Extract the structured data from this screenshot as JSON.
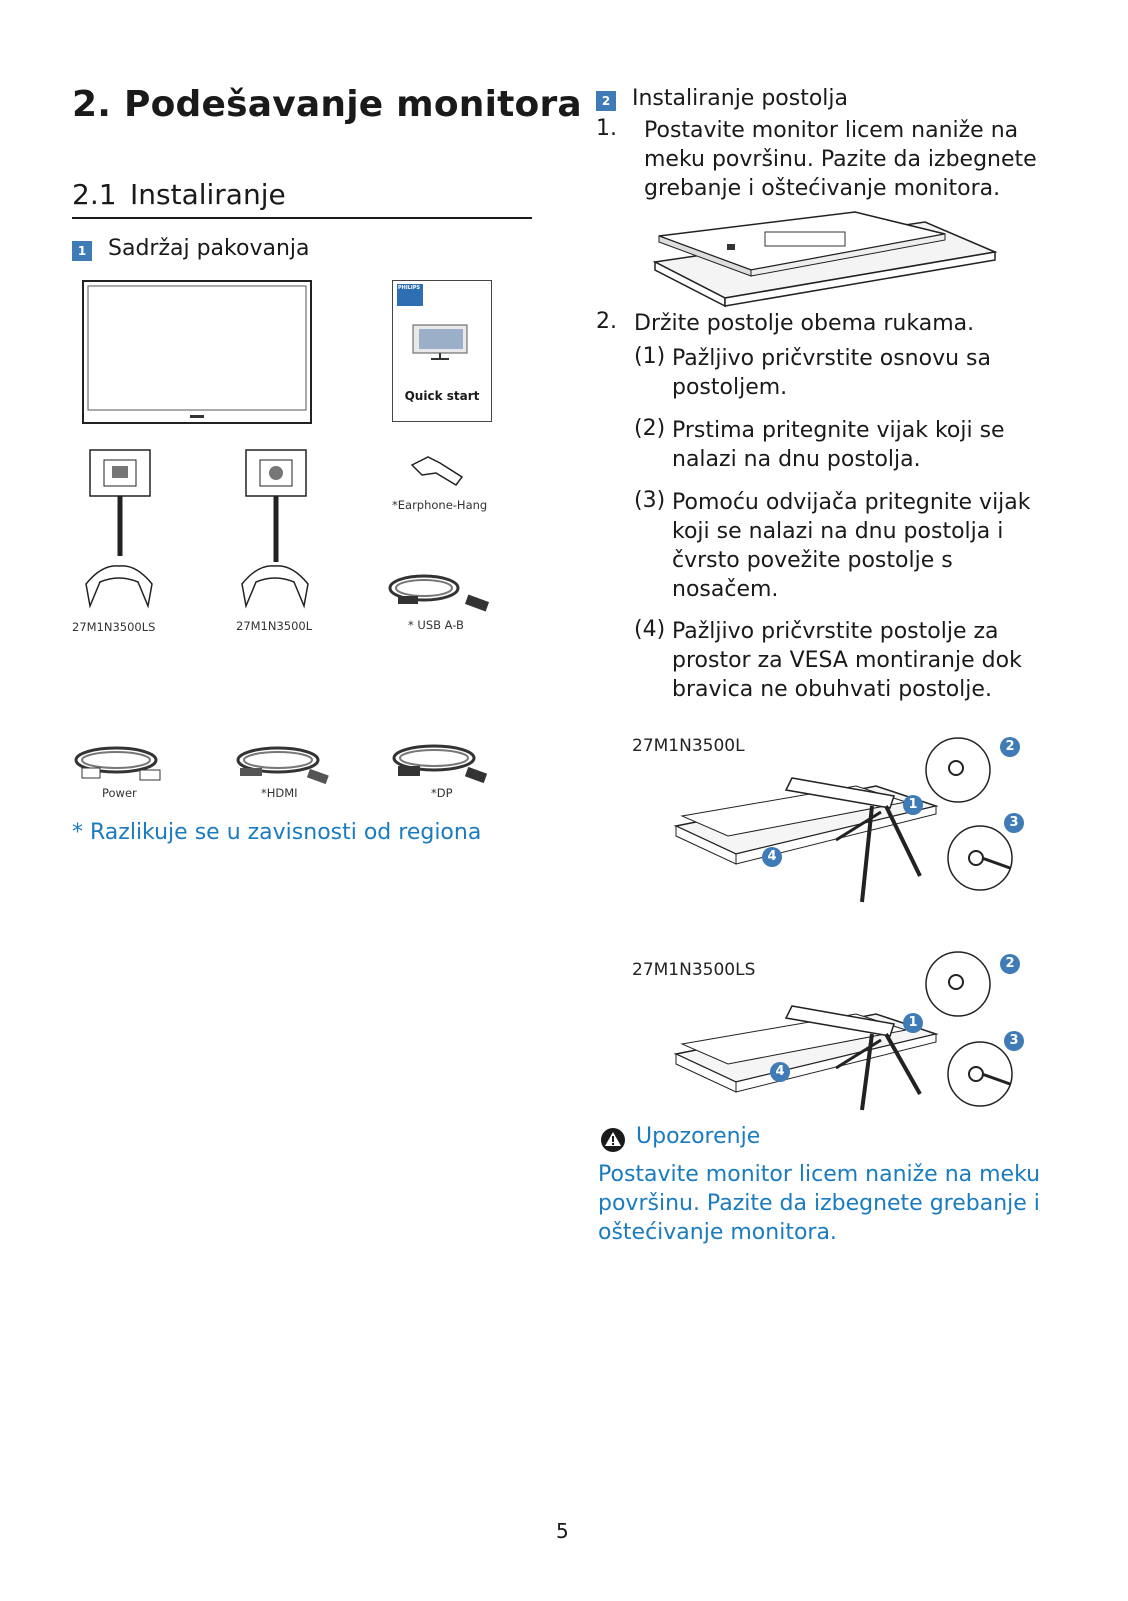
{
  "section": {
    "number": "2.",
    "title": "Podešavanje monitora",
    "sub_number": "2.1",
    "sub_title": "Instaliranje"
  },
  "package": {
    "badge": "1",
    "title": "Sadržaj pakovanja",
    "quick_start": "Quick start",
    "brand": "PHILIPS",
    "items": {
      "earphone": "*Earphone-Hang",
      "model_ls": "27M1N3500LS",
      "model_l": "27M1N3500L",
      "usb": "* USB A-B",
      "power": "Power",
      "hdmi": "*HDMI",
      "dp": "*DP"
    },
    "note": "* Razlikuje se u zavisnosti od regiona"
  },
  "stand": {
    "badge": "2",
    "title": "Instaliranje postolja",
    "step1_num": "1.",
    "step1": "Postavite monitor licem naniže na meku površinu. Pazite da izbegnete grebanje i oštećivanje monitora.",
    "step2_num": "2.",
    "step2": "Držite postolje obema rukama.",
    "substeps": [
      {
        "num": "(1)",
        "text": "Pažljivo pričvrstite osnovu sa postoljem."
      },
      {
        "num": "(2)",
        "text": "Prstima pritegnite vijak koji se nalazi na dnu postolja."
      },
      {
        "num": "(3)",
        "text": "Pomoću odvijača pritegnite vijak koji se nalazi na dnu postolja i čvrsto povežite postolje s nosačem."
      },
      {
        "num": "(4)",
        "text": "Pažljivo pričvrstite postolje za prostor za VESA montiranje dok bravica ne obuhvati postolje."
      }
    ],
    "figure_models": [
      "27M1N3500L",
      "27M1N3500LS"
    ],
    "callouts": [
      "1",
      "2",
      "3",
      "4"
    ]
  },
  "warning": {
    "title": "Upozorenje",
    "text": "Postavite monitor licem naniže na meku površinu. Pazite da izbegnete grebanje i oštećivanje monitora."
  },
  "page_number": "5"
}
